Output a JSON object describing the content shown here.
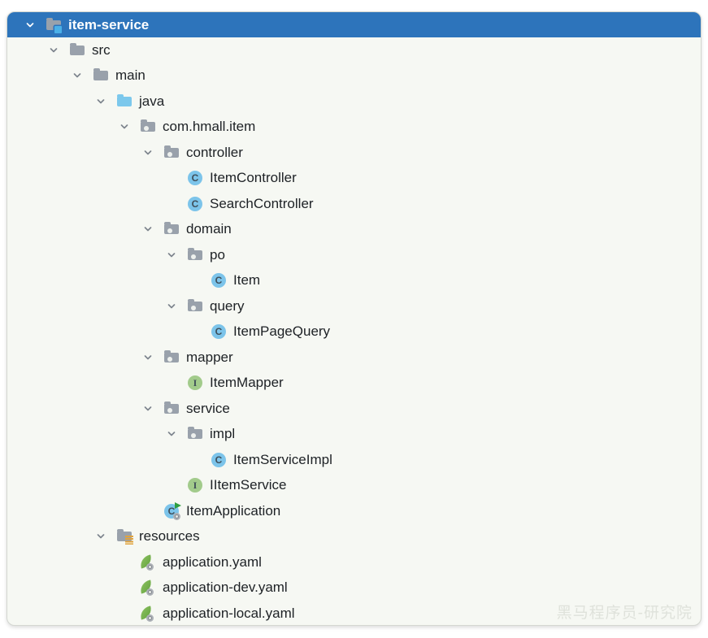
{
  "panel": {
    "watermark": "黑马程序员-研究院"
  },
  "colors": {
    "selection_blue": "#2d74bb",
    "panel_background": "#f6f8f3",
    "folder_gray": "#99a1ab",
    "sources_root_blue": "#7cc8ec",
    "class_blue": "#7cc4ea",
    "interface_green": "#a2cb8b",
    "spring_leaf_green": "#61a03c",
    "resources_orange": "#e0a33e",
    "label_color": "#1d2125",
    "chevron_gray": "#7d848d"
  },
  "tree": {
    "items": [
      {
        "label": "item-service",
        "depth": 0,
        "icon": "module-folder",
        "expandable": true,
        "selected": true
      },
      {
        "label": "src",
        "depth": 1,
        "icon": "folder",
        "expandable": true,
        "selected": false
      },
      {
        "label": "main",
        "depth": 2,
        "icon": "folder",
        "expandable": true,
        "selected": false
      },
      {
        "label": "java",
        "depth": 3,
        "icon": "sources-root",
        "expandable": true,
        "selected": false
      },
      {
        "label": "com.hmall.item",
        "depth": 4,
        "icon": "package",
        "expandable": true,
        "selected": false
      },
      {
        "label": "controller",
        "depth": 5,
        "icon": "package",
        "expandable": true,
        "selected": false
      },
      {
        "label": "ItemController",
        "depth": 6,
        "icon": "class",
        "expandable": false,
        "selected": false
      },
      {
        "label": "SearchController",
        "depth": 6,
        "icon": "class",
        "expandable": false,
        "selected": false
      },
      {
        "label": "domain",
        "depth": 5,
        "icon": "package",
        "expandable": true,
        "selected": false
      },
      {
        "label": "po",
        "depth": 6,
        "icon": "package",
        "expandable": true,
        "selected": false
      },
      {
        "label": "Item",
        "depth": 7,
        "icon": "class",
        "expandable": false,
        "selected": false
      },
      {
        "label": "query",
        "depth": 6,
        "icon": "package",
        "expandable": true,
        "selected": false
      },
      {
        "label": "ItemPageQuery",
        "depth": 7,
        "icon": "class",
        "expandable": false,
        "selected": false
      },
      {
        "label": "mapper",
        "depth": 5,
        "icon": "package",
        "expandable": true,
        "selected": false
      },
      {
        "label": "ItemMapper",
        "depth": 6,
        "icon": "interface",
        "expandable": false,
        "selected": false
      },
      {
        "label": "service",
        "depth": 5,
        "icon": "package",
        "expandable": true,
        "selected": false
      },
      {
        "label": "impl",
        "depth": 6,
        "icon": "package",
        "expandable": true,
        "selected": false
      },
      {
        "label": "ItemServiceImpl",
        "depth": 7,
        "icon": "class",
        "expandable": false,
        "selected": false
      },
      {
        "label": "IItemService",
        "depth": 6,
        "icon": "interface",
        "expandable": false,
        "selected": false
      },
      {
        "label": "ItemApplication",
        "depth": 5,
        "icon": "application-class",
        "expandable": false,
        "selected": false
      },
      {
        "label": "resources",
        "depth": 3,
        "icon": "resources-root",
        "expandable": true,
        "selected": false
      },
      {
        "label": "application.yaml",
        "depth": 4,
        "icon": "spring-config",
        "expandable": false,
        "selected": false
      },
      {
        "label": "application-dev.yaml",
        "depth": 4,
        "icon": "spring-config",
        "expandable": false,
        "selected": false
      },
      {
        "label": "application-local.yaml",
        "depth": 4,
        "icon": "spring-config",
        "expandable": false,
        "selected": false
      }
    ]
  }
}
